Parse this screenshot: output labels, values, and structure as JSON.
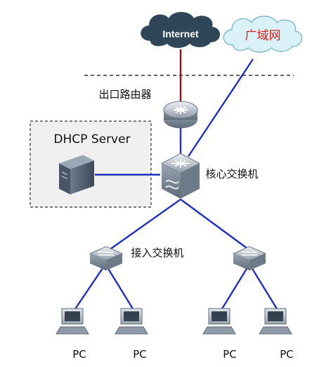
{
  "nodes": {
    "internet": {
      "label": "Internet"
    },
    "wan": {
      "label": "广域网"
    },
    "egress_router": {
      "label": "出口路由器"
    },
    "dhcp_server": {
      "label": "DHCP Server"
    },
    "core_switch": {
      "label": "核心交换机"
    },
    "access_switch": {
      "label": "接入交换机"
    },
    "pcs": [
      {
        "label": "PC"
      },
      {
        "label": "PC"
      },
      {
        "label": "PC"
      },
      {
        "label": "PC"
      }
    ]
  },
  "colors": {
    "link_blue": "#1f2fc4",
    "link_red": "#8a1212",
    "cloud_dark": "#2f4558",
    "cloud_light": "#d9f1f7",
    "wan_text": "#d8261e"
  }
}
